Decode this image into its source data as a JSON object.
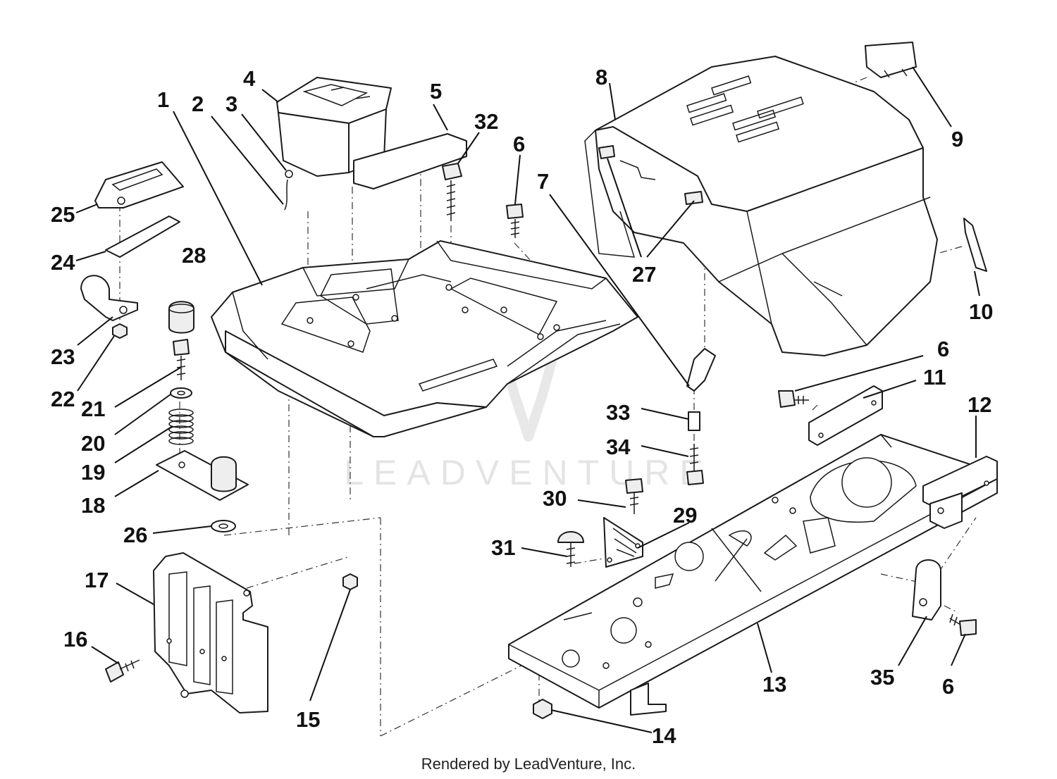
{
  "watermark": "LEADVENTURE",
  "footer": "Rendered by LeadVenture, Inc.",
  "callouts": {
    "c1": "1",
    "c2": "2",
    "c3": "3",
    "c4": "4",
    "c5": "5",
    "c6a": "6",
    "c6b": "6",
    "c6c": "6",
    "c7": "7",
    "c8": "8",
    "c9": "9",
    "c10": "10",
    "c11": "11",
    "c12": "12",
    "c13": "13",
    "c14": "14",
    "c15": "15",
    "c16": "16",
    "c17": "17",
    "c18": "18",
    "c19": "19",
    "c20": "20",
    "c21": "21",
    "c22": "22",
    "c23": "23",
    "c24": "24",
    "c25": "25",
    "c26": "26",
    "c27": "27",
    "c28": "28",
    "c29": "29",
    "c30": "30",
    "c31": "31",
    "c32": "32",
    "c33": "33",
    "c34": "34",
    "c35": "35"
  }
}
